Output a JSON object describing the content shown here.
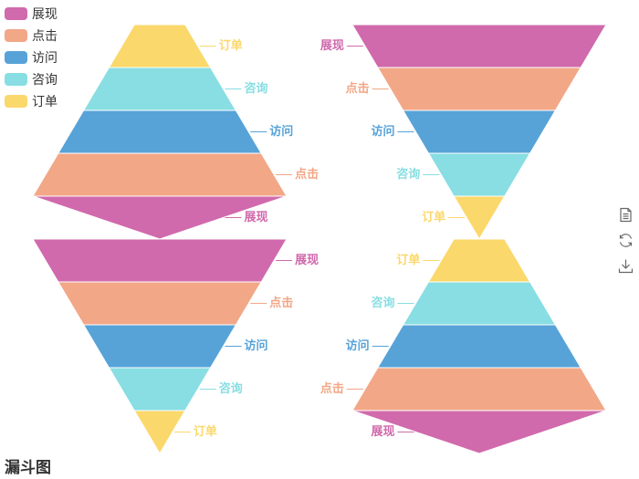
{
  "title": "漏斗图",
  "legend": [
    {
      "name": "展现",
      "color": "#d06aac"
    },
    {
      "name": "点击",
      "color": "#f2a787"
    },
    {
      "name": "访问",
      "color": "#57a3d8"
    },
    {
      "name": "咨询",
      "color": "#88dee2"
    },
    {
      "name": "订单",
      "color": "#fbd86c"
    }
  ],
  "toolbox": [
    {
      "icon": "data-view-icon",
      "name": "数据视图"
    },
    {
      "icon": "restore-icon",
      "name": "还原"
    },
    {
      "icon": "save-image-icon",
      "name": "保存为图片"
    }
  ],
  "chart_data": {
    "type": "funnel",
    "categories": [
      "展现",
      "点击",
      "访问",
      "咨询",
      "订单"
    ],
    "funnels": [
      {
        "sort": "ascending",
        "label_side": "right",
        "values": [
          100,
          80,
          60,
          40,
          20
        ]
      },
      {
        "sort": "descending",
        "label_side": "right",
        "values": [
          100,
          80,
          60,
          40,
          20
        ]
      },
      {
        "sort": "descending",
        "label_side": "left",
        "values": [
          100,
          80,
          60,
          40,
          20
        ]
      },
      {
        "sort": "ascending",
        "label_side": "left",
        "values": [
          100,
          80,
          60,
          40,
          20
        ]
      }
    ]
  }
}
